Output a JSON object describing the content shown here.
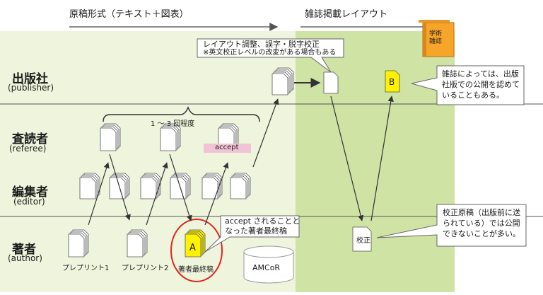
{
  "header": {
    "left": "原稿形式（テキスト＋図表）",
    "right": "雑誌掲載レイアウト"
  },
  "journal_book": "学術\n雑誌",
  "roles": [
    {
      "ja": "出版社",
      "en": "(publisher)"
    },
    {
      "ja": "査読者",
      "en": "(referee)"
    },
    {
      "ja": "編集者",
      "en": "(editor)"
    },
    {
      "ja": "著者",
      "en": "(author)"
    }
  ],
  "rounds_label": "1 ～ 3 回程度",
  "accept_tag": "accept",
  "callouts": {
    "layout": [
      "レイアウト調整、誤字・脱字校正",
      "※英文校正レベルの改変がある場合もある"
    ],
    "journal_publication": [
      "雑誌によっては、出版",
      "社版での公開を認めて",
      "いることもある。"
    ],
    "accepted": [
      "accept されることと",
      "なった著者最終稿"
    ],
    "proof": [
      "校正原稿（出版前に送",
      "られている）では公開",
      "できないことが多い。"
    ]
  },
  "doc_labels": {
    "preprint1": "プレプリント1",
    "preprint2": "プレプリント2",
    "final": "著者最終稿",
    "marker_a": "A",
    "marker_b": "B",
    "proof": "校正"
  },
  "repository": "AMCoR",
  "colors": {
    "left_bg": "#eef5dc",
    "right_bg": "#cfe3a4",
    "accept_tag": "#f1c3d4",
    "highlight_doc": "#fff200",
    "journal_book": "#f6a42a",
    "circle": "#e0261c"
  }
}
